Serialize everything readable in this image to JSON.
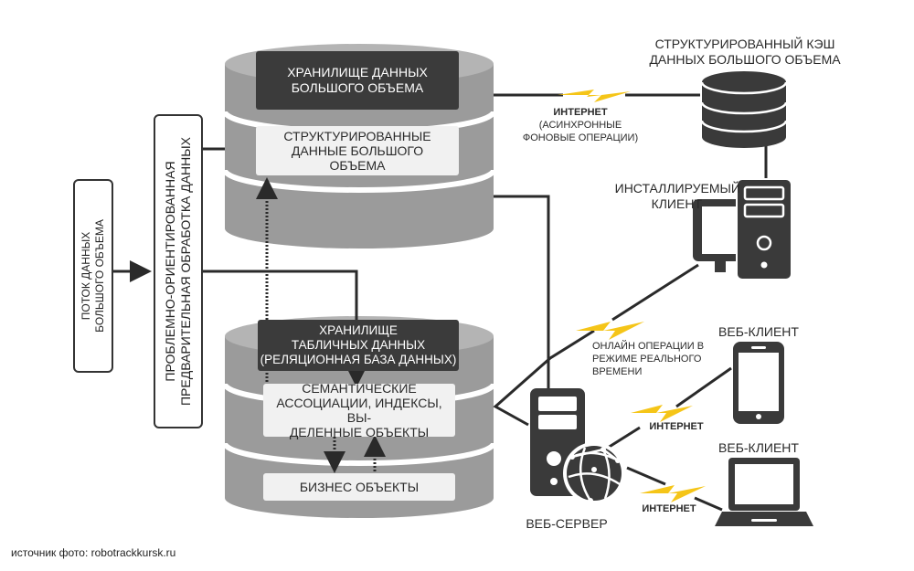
{
  "diagram": {
    "title": "Big data architecture",
    "colors": {
      "cylinder_top": "#b4b4b4",
      "cylinder_side": "#9b9b9b",
      "dark_label": "#3b3b3b",
      "light_label": "#f1f1f1",
      "icon": "#3a3a3a",
      "lightning": "#f5c518",
      "line": "#2a2a2a"
    },
    "input_stream": {
      "line1": "ПОТОК ДАННЫХ",
      "line2": "БОЛЬШОГО ОБЪЕМА"
    },
    "preprocessing": {
      "line1": "ПРОБЛЕМНО-ОРИЕНТИРОВАННАЯ",
      "line2": "ПРЕДВАРИТЕЛЬНАЯ ОБРАБОТКА ДАННЫХ"
    },
    "big_storage": {
      "title_line1": "ХРАНИЛИЩЕ ДАННЫХ",
      "title_line2": "БОЛЬШОГО ОБЪЕМА",
      "structured_line1": "СТРУКТУРИРОВАННЫЕ",
      "structured_line2": "ДАННЫЕ БОЛЬШОГО",
      "structured_line3": "ОБЪЕМА"
    },
    "table_storage": {
      "title_line1": "ХРАНИЛИЩЕ",
      "title_line2": "ТАБЛИЧНЫХ ДАННЫХ",
      "title_line3": "(РЕЛЯЦИОННАЯ БАЗА ДАННЫХ)",
      "semantic_line1": "СЕМАНТИЧЕСКИЕ",
      "semantic_line2": "АССОЦИАЦИИ, ИНДЕКСЫ, ВЫ-",
      "semantic_line3": "ДЕЛЕННЫЕ ОБЪЕКТЫ",
      "business": "БИЗНЕС ОБЪЕКТЫ"
    },
    "cache": {
      "line1": "СТРУКТУРИРОВАННЫЙ КЭШ",
      "line2": "ДАННЫХ БОЛЬШОГО ОБЪЕМА"
    },
    "async_link": {
      "line1": "ИНТЕРНЕТ",
      "line2": "(АСИНХРОННЫЕ",
      "line3": "ФОНОВЫЕ ОПЕРАЦИИ)"
    },
    "installed_client": {
      "line1": "ИНСТАЛЛИРУЕМЫЙ",
      "line2": "КЛИЕНТ"
    },
    "realtime_link": {
      "line1": "ОНЛАЙН ОПЕРАЦИИ В",
      "line2": "РЕЖИМЕ РЕАЛЬНОГО",
      "line3": "ВРЕМЕНИ"
    },
    "web_client_tablet": {
      "label": "ВЕБ-КЛИЕНТ"
    },
    "web_client_laptop": {
      "label": "ВЕБ-КЛИЕНТ"
    },
    "tablet_link": {
      "label": "ИНТЕРНЕТ"
    },
    "laptop_link": {
      "label": "ИНТЕРНЕТ"
    },
    "web_server": {
      "label": "ВЕБ-СЕРВЕР"
    }
  },
  "credit": "источник фото: robotrackkursk.ru"
}
